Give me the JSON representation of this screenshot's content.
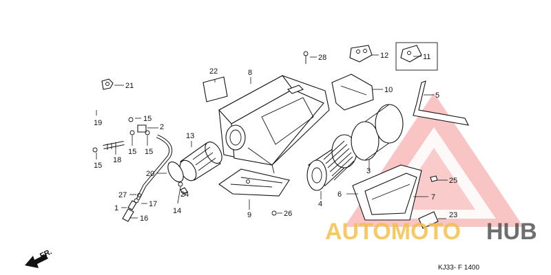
{
  "diagram": {
    "code": "KJ33- F 1400",
    "direction_label": "FR.",
    "callouts": {
      "c1": "1",
      "c2": "2",
      "c3": "3",
      "c4": "4",
      "c5": "5",
      "c6": "6",
      "c7": "7",
      "c8": "8",
      "c9": "9",
      "c10": "10",
      "c11": "11",
      "c12": "12",
      "c13": "13",
      "c14": "14",
      "c15a": "15",
      "c15b": "15",
      "c15c": "15",
      "c15d": "15",
      "c16": "16",
      "c17": "17",
      "c18": "18",
      "c19": "19",
      "c20": "20",
      "c21": "21",
      "c22": "22",
      "c23": "23",
      "c24": "24",
      "c25": "25",
      "c26": "26",
      "c27": "27",
      "c28": "28"
    }
  },
  "watermark": {
    "part1": "AUTOMOTO",
    "part2": "HUB",
    "color_primary": "#f08080",
    "color_secondary": "#f5c04a",
    "color_dark": "#555555"
  }
}
